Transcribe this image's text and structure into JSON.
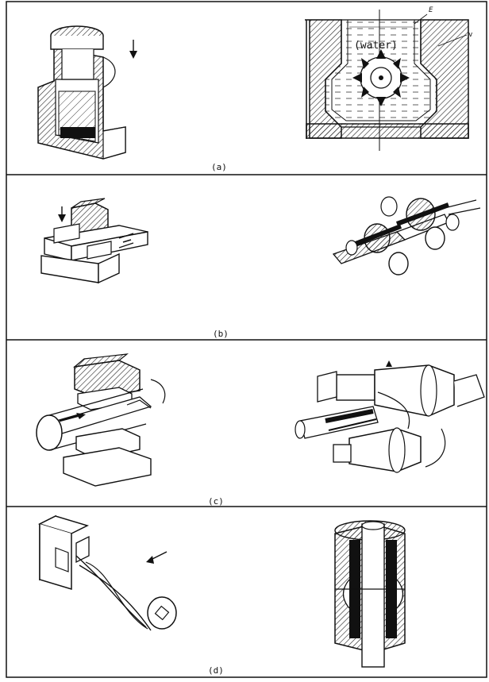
{
  "panels": [
    {
      "label": "(a)",
      "annotations": {
        "water": "(water)",
        "e": "E",
        "v": "v"
      }
    },
    {
      "label": "(b)"
    },
    {
      "label": "(c)"
    },
    {
      "label": "(d)"
    }
  ]
}
